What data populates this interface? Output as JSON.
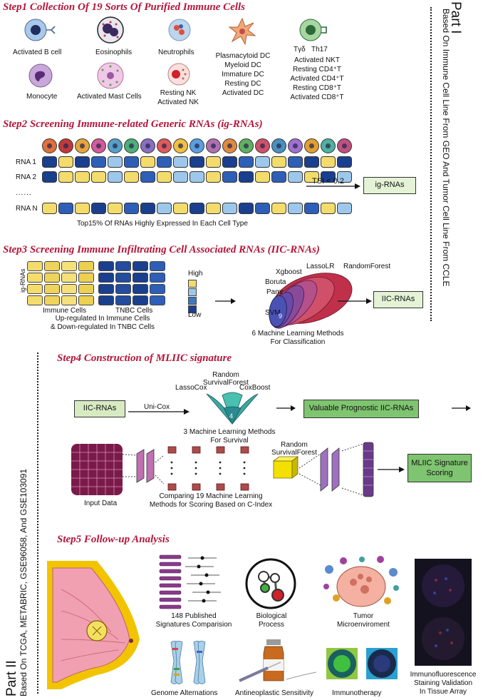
{
  "step1": {
    "title": "Step1   Collection Of 19 Sorts Of Purified Immune Cells",
    "cells": {
      "b_cell": "Activated B cell",
      "eosinophils": "Eosinophils",
      "neutrophils": "Neutrophils",
      "monocyte": "Monocyte",
      "mast": "Activated Mast Cells",
      "nk": [
        "Resting NK",
        "Activated NK"
      ],
      "dc": [
        "Plasmacytoid DC",
        "Myeloid DC",
        "Immature DC",
        "Resting DC",
        "Activated DC"
      ],
      "tcell_header": [
        "Tγδ",
        "Th17"
      ],
      "tcells": [
        "Activated NKT",
        "Resting CD4⁺T",
        "Activated CD4⁺T",
        "Resting CD8⁺T",
        "Activated CD8⁺T"
      ]
    }
  },
  "part1": {
    "label": "Part I",
    "desc": "Based On Immune Cell Line From GEO And Tumor Cell Line From CCLE"
  },
  "step2": {
    "title": "Step2   Screening Immune-related Generic RNAs (ig-RNAs)",
    "rna_labels": [
      "RNA 1",
      "RNA 2",
      "......",
      "RNA N"
    ],
    "threshold": "TSI < 0.2",
    "result": "ig-RNAs",
    "caption": "Top15% Of RNAs Highly Expressed In Each Cell Type",
    "circle_colors": [
      "#e0703a",
      "#c0393b",
      "#e6a53a",
      "#d45a9a",
      "#56a0c8",
      "#4caf7a",
      "#8a6fc0",
      "#e05a5a",
      "#f0c040",
      "#5aa0e0",
      "#b070b0",
      "#e08a40",
      "#60b060",
      "#d0506a",
      "#4a90c0",
      "#a070d0",
      "#e0a030",
      "#50b0a0",
      "#c05080"
    ]
  },
  "step3": {
    "title": "Step3   Screening Immune Infiltrating Cell Associated RNAs (IIC-RNAs)",
    "ig_label": "ig-RNAs",
    "immune_label": "Immune Cells",
    "tnbc_label": "TNBC Cells",
    "desc": [
      "Up-regulated In Immune Cells",
      "& Down-regulated In TNBC Cells"
    ],
    "legend_high": "High",
    "legend_low": "Low",
    "methods": [
      "Xgboost",
      "LassoLR",
      "RandomForest",
      "Boruta",
      "Pamr",
      "SVM"
    ],
    "overlap": "9",
    "methods_caption": [
      "6 Machine Learning Methods",
      "For Classification"
    ],
    "result": "IIC-RNAs"
  },
  "step4": {
    "title": "Step4   Construction of MLIIC signature",
    "input": "IIC-RNAs",
    "unicox": "Uni-Cox",
    "surv_methods": [
      "LassoCox",
      "Random",
      "SurvivalForest",
      "CoxBoost"
    ],
    "overlap": "4",
    "surv_caption": [
      "3 Machine Learning Methods",
      "For Survival"
    ],
    "valuable": "Valuable Prognostic IIC-RNAs",
    "rsf": [
      "Random",
      "SurvivalForest"
    ],
    "input_data": "Input Data",
    "compare": [
      "Comparing 19 Machine Learning",
      "Methods for Scoring Based on C-Index"
    ],
    "score": [
      "MLIIC Signature",
      "Scoring"
    ]
  },
  "part2": {
    "label": "Part II",
    "desc": "Based On TCGA, METABRIC, GSE96058, And GSE103091"
  },
  "step5": {
    "title": "Step5   Follow-up Analysis",
    "items": {
      "signatures": [
        "148 Published",
        "Signatures Comparision"
      ],
      "bio": [
        "Biological",
        "Process"
      ],
      "tme": [
        "Tumor",
        "Microenviroment"
      ],
      "genome": "Genome  Alternations",
      "drug": "Antineoplastic Sensitivity",
      "immuno": "Immunotherapy",
      "if": [
        "Immunofluorescence",
        "Staining Validation",
        "In Tissue Array"
      ]
    }
  }
}
